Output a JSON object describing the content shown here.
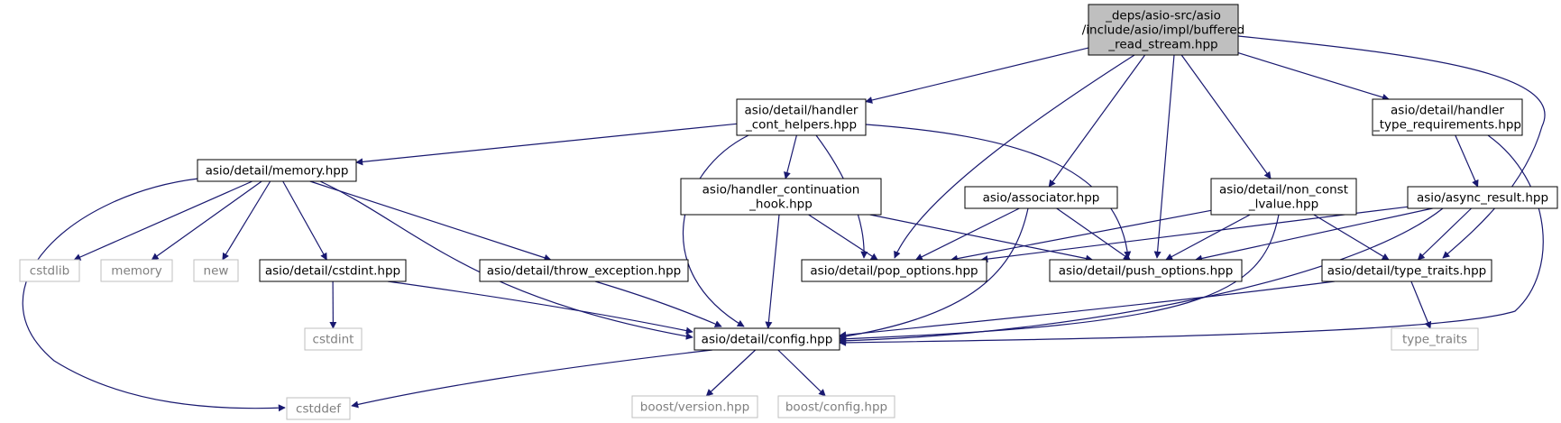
{
  "nodes": [
    {
      "id": "root",
      "lines": [
        "_deps/asio-src/asio",
        "/include/asio/impl/buffered",
        "_read_stream.hpp"
      ],
      "style": "main"
    },
    {
      "id": "handler_cont_helpers",
      "lines": [
        "asio/detail/handler",
        "_cont_helpers.hpp"
      ],
      "style": "normal"
    },
    {
      "id": "handler_type_requirements",
      "lines": [
        "asio/detail/handler",
        "_type_requirements.hpp"
      ],
      "style": "normal"
    },
    {
      "id": "memory_hpp",
      "lines": [
        "asio/detail/memory.hpp"
      ],
      "style": "normal"
    },
    {
      "id": "handler_continuation_hook",
      "lines": [
        "asio/handler_continuation",
        "_hook.hpp"
      ],
      "style": "normal"
    },
    {
      "id": "associator",
      "lines": [
        "asio/associator.hpp"
      ],
      "style": "normal"
    },
    {
      "id": "non_const_lvalue",
      "lines": [
        "asio/detail/non_const",
        "_lvalue.hpp"
      ],
      "style": "normal"
    },
    {
      "id": "async_result",
      "lines": [
        "asio/async_result.hpp"
      ],
      "style": "normal"
    },
    {
      "id": "cstdlib",
      "lines": [
        "cstdlib"
      ],
      "style": "external"
    },
    {
      "id": "memory",
      "lines": [
        "memory"
      ],
      "style": "external"
    },
    {
      "id": "new",
      "lines": [
        "new"
      ],
      "style": "external"
    },
    {
      "id": "cstdint_hpp",
      "lines": [
        "asio/detail/cstdint.hpp"
      ],
      "style": "normal"
    },
    {
      "id": "throw_exception",
      "lines": [
        "asio/detail/throw_exception.hpp"
      ],
      "style": "normal"
    },
    {
      "id": "pop_options",
      "lines": [
        "asio/detail/pop_options.hpp"
      ],
      "style": "normal"
    },
    {
      "id": "push_options",
      "lines": [
        "asio/detail/push_options.hpp"
      ],
      "style": "normal"
    },
    {
      "id": "type_traits_hpp",
      "lines": [
        "asio/detail/type_traits.hpp"
      ],
      "style": "normal"
    },
    {
      "id": "cstdint",
      "lines": [
        "cstdint"
      ],
      "style": "external"
    },
    {
      "id": "config",
      "lines": [
        "asio/detail/config.hpp"
      ],
      "style": "normal"
    },
    {
      "id": "type_traits",
      "lines": [
        "type_traits"
      ],
      "style": "external"
    },
    {
      "id": "cstddef",
      "lines": [
        "cstddef"
      ],
      "style": "external"
    },
    {
      "id": "boost_version",
      "lines": [
        "boost/version.hpp"
      ],
      "style": "external"
    },
    {
      "id": "boost_config",
      "lines": [
        "boost/config.hpp"
      ],
      "style": "external"
    }
  ],
  "edges": [
    [
      "root",
      "handler_cont_helpers"
    ],
    [
      "root",
      "pop_options"
    ],
    [
      "root",
      "associator"
    ],
    [
      "root",
      "push_options"
    ],
    [
      "root",
      "non_const_lvalue"
    ],
    [
      "root",
      "handler_type_requirements"
    ],
    [
      "root",
      "type_traits_hpp"
    ],
    [
      "handler_cont_helpers",
      "memory_hpp"
    ],
    [
      "handler_cont_helpers",
      "config"
    ],
    [
      "handler_cont_helpers",
      "handler_continuation_hook"
    ],
    [
      "handler_cont_helpers",
      "pop_options"
    ],
    [
      "handler_cont_helpers",
      "push_options"
    ],
    [
      "memory_hpp",
      "cstddef"
    ],
    [
      "memory_hpp",
      "cstdlib"
    ],
    [
      "memory_hpp",
      "memory"
    ],
    [
      "memory_hpp",
      "new"
    ],
    [
      "memory_hpp",
      "cstdint_hpp"
    ],
    [
      "memory_hpp",
      "config"
    ],
    [
      "memory_hpp",
      "throw_exception"
    ],
    [
      "cstdint_hpp",
      "cstdint"
    ],
    [
      "cstdint_hpp",
      "config"
    ],
    [
      "throw_exception",
      "config"
    ],
    [
      "handler_continuation_hook",
      "config"
    ],
    [
      "handler_continuation_hook",
      "pop_options"
    ],
    [
      "handler_continuation_hook",
      "push_options"
    ],
    [
      "associator",
      "pop_options"
    ],
    [
      "associator",
      "push_options"
    ],
    [
      "associator",
      "config"
    ],
    [
      "non_const_lvalue",
      "pop_options"
    ],
    [
      "non_const_lvalue",
      "push_options"
    ],
    [
      "non_const_lvalue",
      "config"
    ],
    [
      "non_const_lvalue",
      "type_traits_hpp"
    ],
    [
      "handler_type_requirements",
      "async_result"
    ],
    [
      "handler_type_requirements",
      "config"
    ],
    [
      "async_result",
      "pop_options"
    ],
    [
      "async_result",
      "push_options"
    ],
    [
      "async_result",
      "config"
    ],
    [
      "async_result",
      "type_traits_hpp"
    ],
    [
      "type_traits_hpp",
      "config"
    ],
    [
      "type_traits_hpp",
      "type_traits"
    ],
    [
      "config",
      "cstddef"
    ],
    [
      "config",
      "boost_version"
    ],
    [
      "config",
      "boost_config"
    ]
  ]
}
